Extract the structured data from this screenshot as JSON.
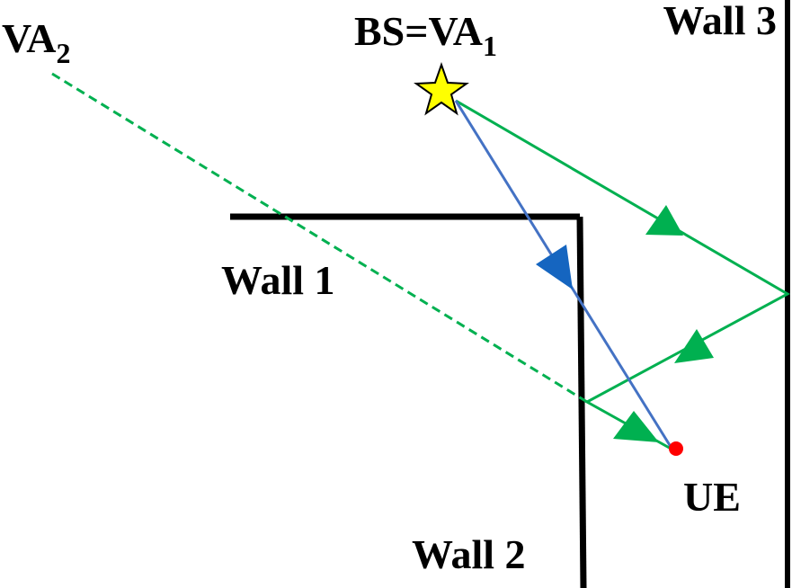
{
  "labels": {
    "bs_prefix": "BS=VA",
    "bs_sub": "1",
    "va2": "VA",
    "va2_sub": "2",
    "wall1": "Wall 1",
    "wall2": "Wall 2",
    "wall3": "Wall 3",
    "ue": "UE"
  },
  "colors": {
    "wall": "#000000",
    "direct_path": "#4472c4",
    "reflection_path": "#00b050",
    "bs_star_fill": "#ffff00",
    "ue_dot": "#ff0000"
  },
  "icons": {
    "bs": "star-icon",
    "ue": "dot-icon"
  }
}
